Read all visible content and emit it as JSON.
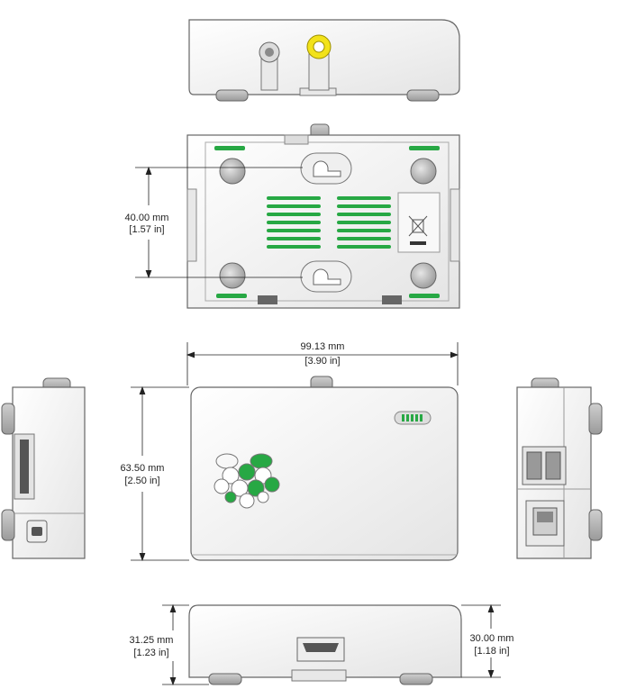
{
  "dimensions": {
    "mount_spacing": {
      "mm": "40.00 mm",
      "in": "[1.57 in]"
    },
    "width": {
      "mm": "99.13 mm",
      "in": "[3.90 in]"
    },
    "depth": {
      "mm": "63.50 mm",
      "in": "[2.50 in]"
    },
    "height_total": {
      "mm": "31.25 mm",
      "in": "[1.23 in]"
    },
    "height_body": {
      "mm": "30.00 mm",
      "in": "[1.18 in]"
    }
  },
  "colors": {
    "case_fill": "#f4f4f4",
    "outline": "#555555",
    "accent_green": "#27a844",
    "connector_yellow": "#f2e21a",
    "dimension_line": "#222222"
  },
  "icons": [
    "raspberry-logo-icon",
    "weee-bin-icon",
    "ethernet-port-icon",
    "usb-port-icon",
    "hdmi-port-icon",
    "micro-usb-port-icon"
  ]
}
